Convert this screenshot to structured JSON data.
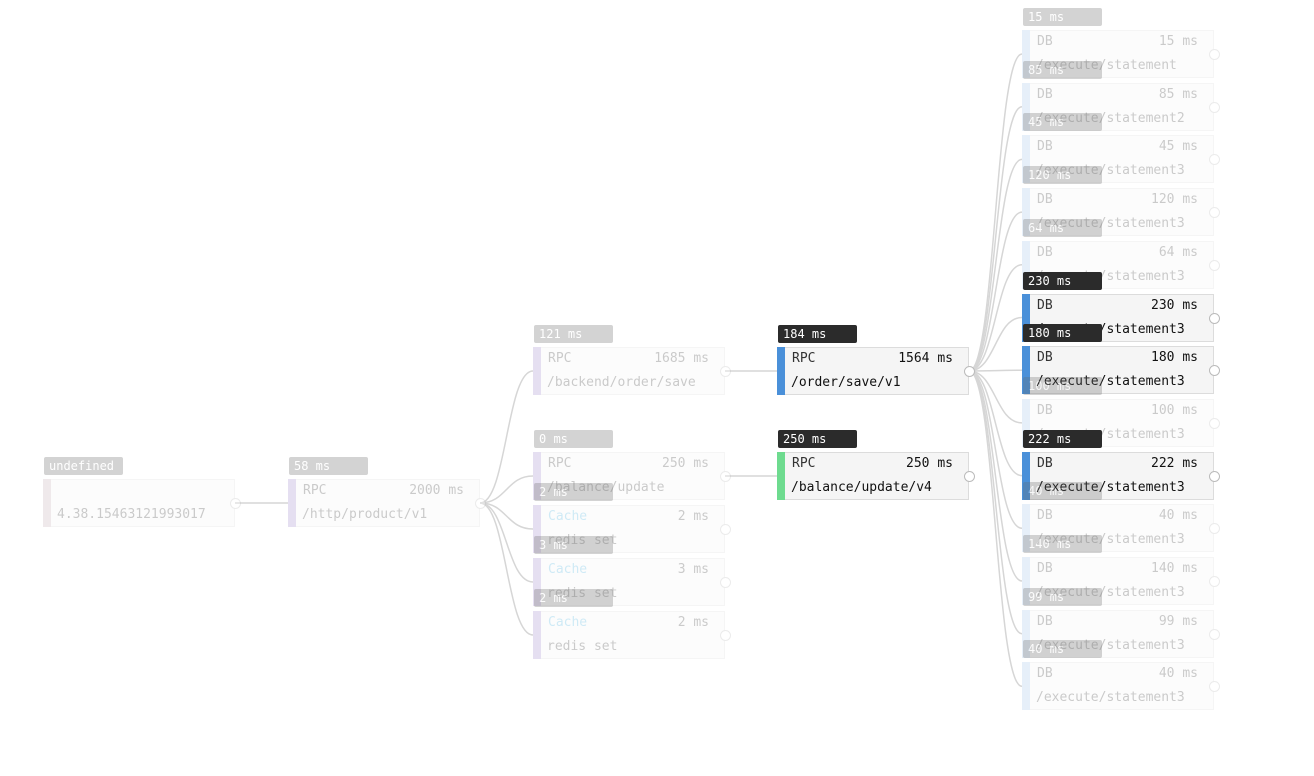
{
  "nodes": [
    {
      "id": "root",
      "type": "",
      "duration": "",
      "path": "4.38.15463121993017",
      "badge": "undefined",
      "bar": "#c9b2bb",
      "highlight": false,
      "cache": false
    },
    {
      "id": "product",
      "type": "RPC",
      "duration": "2000 ms",
      "path": "/http/product/v1",
      "badge": "58 ms",
      "bar": "#a48fd0",
      "highlight": false,
      "cache": false
    },
    {
      "id": "backend_order",
      "type": "RPC",
      "duration": "1685 ms",
      "path": "/backend/order/save",
      "badge": "121 ms",
      "bar": "#a48fd0",
      "highlight": false,
      "cache": false
    },
    {
      "id": "balance_update",
      "type": "RPC",
      "duration": "250 ms",
      "path": "/balance/update",
      "badge": "0 ms",
      "bar": "#a48fd0",
      "highlight": false,
      "cache": false
    },
    {
      "id": "redis1",
      "type": "Cache",
      "duration": "2 ms",
      "path": "redis set",
      "badge": "2 ms",
      "bar": "#a48fd0",
      "highlight": false,
      "cache": true
    },
    {
      "id": "redis2",
      "type": "Cache",
      "duration": "3 ms",
      "path": "redis set",
      "badge": "3 ms",
      "bar": "#a48fd0",
      "highlight": false,
      "cache": true
    },
    {
      "id": "redis3",
      "type": "Cache",
      "duration": "2 ms",
      "path": "redis set",
      "badge": "2 ms",
      "bar": "#a48fd0",
      "highlight": false,
      "cache": true
    },
    {
      "id": "order_save",
      "type": "RPC",
      "duration": "1564 ms",
      "path": "/order/save/v1",
      "badge": "184 ms",
      "bar": "#4a90d9",
      "highlight": true,
      "cache": false
    },
    {
      "id": "balance_v4",
      "type": "RPC",
      "duration": "250 ms",
      "path": "/balance/update/v4",
      "badge": "250 ms",
      "bar": "#6edb8f",
      "highlight": true,
      "cache": false
    },
    {
      "id": "db1",
      "type": "DB",
      "duration": "15 ms",
      "path": "/execute/statement",
      "badge": "15 ms",
      "bar": "#a9c8ec",
      "highlight": false,
      "cache": false
    },
    {
      "id": "db2",
      "type": "DB",
      "duration": "85 ms",
      "path": "/execute/statement2",
      "badge": "85 ms",
      "bar": "#a9c8ec",
      "highlight": false,
      "cache": false
    },
    {
      "id": "db3",
      "type": "DB",
      "duration": "45 ms",
      "path": "/execute/statement3",
      "badge": "45 ms",
      "bar": "#a9c8ec",
      "highlight": false,
      "cache": false
    },
    {
      "id": "db4",
      "type": "DB",
      "duration": "120 ms",
      "path": "/execute/statement3",
      "badge": "120 ms",
      "bar": "#a9c8ec",
      "highlight": false,
      "cache": false
    },
    {
      "id": "db5",
      "type": "DB",
      "duration": "64 ms",
      "path": "/execute/statement3",
      "badge": "64 ms",
      "bar": "#a9c8ec",
      "highlight": false,
      "cache": false
    },
    {
      "id": "db6",
      "type": "DB",
      "duration": "230 ms",
      "path": "/execute/statement3",
      "badge": "230 ms",
      "bar": "#4a90d9",
      "highlight": true,
      "cache": false
    },
    {
      "id": "db7",
      "type": "DB",
      "duration": "180 ms",
      "path": "/execute/statement3",
      "badge": "180 ms",
      "bar": "#4a90d9",
      "highlight": true,
      "cache": false
    },
    {
      "id": "db8",
      "type": "DB",
      "duration": "100 ms",
      "path": "/execute/statement3",
      "badge": "100 ms",
      "bar": "#a9c8ec",
      "highlight": false,
      "cache": false
    },
    {
      "id": "db9",
      "type": "DB",
      "duration": "222 ms",
      "path": "/execute/statement3",
      "badge": "222 ms",
      "bar": "#4a90d9",
      "highlight": true,
      "cache": false
    },
    {
      "id": "db10",
      "type": "DB",
      "duration": "40 ms",
      "path": "/execute/statement3",
      "badge": "40 ms",
      "bar": "#a9c8ec",
      "highlight": false,
      "cache": false
    },
    {
      "id": "db11",
      "type": "DB",
      "duration": "140 ms",
      "path": "/execute/statement3",
      "badge": "140 ms",
      "bar": "#a9c8ec",
      "highlight": false,
      "cache": false
    },
    {
      "id": "db12",
      "type": "DB",
      "duration": "99 ms",
      "path": "/execute/statement3",
      "badge": "99 ms",
      "bar": "#a9c8ec",
      "highlight": false,
      "cache": false
    },
    {
      "id": "db13",
      "type": "DB",
      "duration": "40 ms",
      "path": "/execute/statement3",
      "badge": "40 ms",
      "bar": "#a9c8ec",
      "highlight": false,
      "cache": false
    }
  ],
  "edges": [
    [
      "root",
      "product"
    ],
    [
      "product",
      "backend_order"
    ],
    [
      "product",
      "balance_update"
    ],
    [
      "product",
      "redis1"
    ],
    [
      "product",
      "redis2"
    ],
    [
      "product",
      "redis3"
    ],
    [
      "backend_order",
      "order_save"
    ],
    [
      "balance_update",
      "balance_v4"
    ],
    [
      "order_save",
      "db1"
    ],
    [
      "order_save",
      "db2"
    ],
    [
      "order_save",
      "db3"
    ],
    [
      "order_save",
      "db4"
    ],
    [
      "order_save",
      "db5"
    ],
    [
      "order_save",
      "db6"
    ],
    [
      "order_save",
      "db7"
    ],
    [
      "order_save",
      "db8"
    ],
    [
      "order_save",
      "db9"
    ],
    [
      "order_save",
      "db10"
    ],
    [
      "order_save",
      "db11"
    ],
    [
      "order_save",
      "db12"
    ],
    [
      "order_save",
      "db13"
    ]
  ]
}
